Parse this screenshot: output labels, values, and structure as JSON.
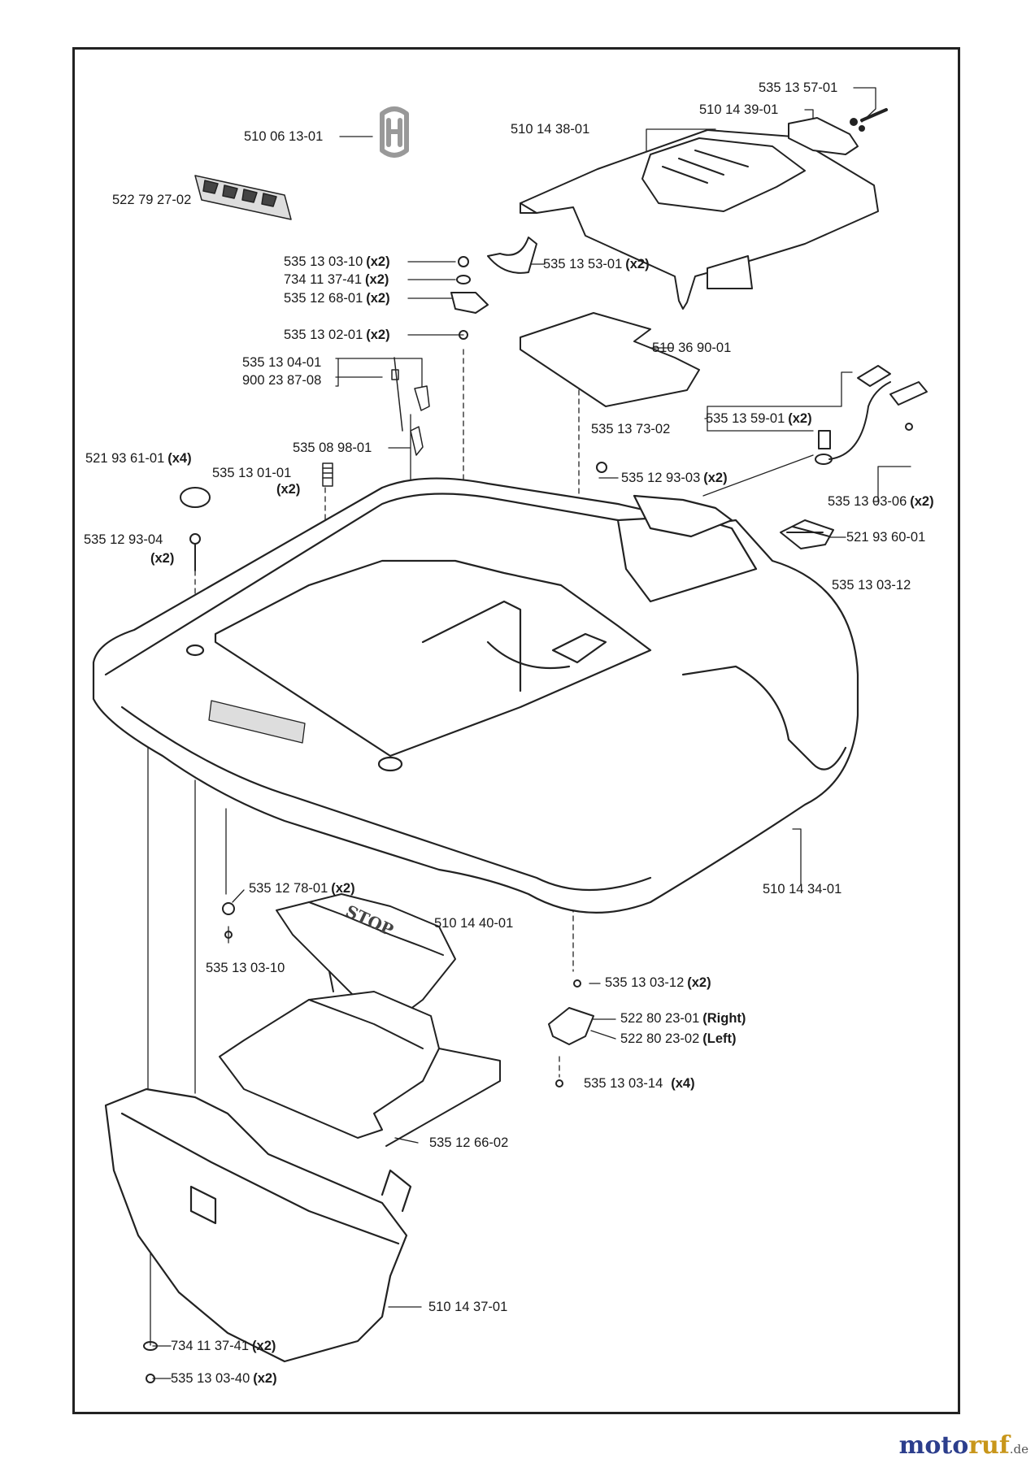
{
  "parts": {
    "p01": {
      "number": "535 13 57-01",
      "qty": ""
    },
    "p02": {
      "number": "510 14 39-01",
      "qty": ""
    },
    "p03": {
      "number": "510 14 38-01",
      "qty": ""
    },
    "p04": {
      "number": "510 06 13-01",
      "qty": ""
    },
    "p05": {
      "number": "522 79 27-02",
      "qty": ""
    },
    "p06": {
      "number": "535 13 03-10",
      "qty": "(x2)"
    },
    "p07": {
      "number": "734 11 37-41",
      "qty": "(x2)"
    },
    "p08": {
      "number": "535 12 68-01",
      "qty": "(x2)"
    },
    "p09": {
      "number": "535 13 53-01",
      "qty": "(x2)"
    },
    "p10": {
      "number": "535 13 02-01",
      "qty": "(x2)"
    },
    "p11": {
      "number": "510 36 90-01",
      "qty": ""
    },
    "p12": {
      "number": "535 13 04-01",
      "qty": ""
    },
    "p13": {
      "number": "900 23 87-08",
      "qty": ""
    },
    "p14": {
      "number": "535 13 59-01",
      "qty": "(x2)"
    },
    "p15": {
      "number": "535 13 73-02",
      "qty": ""
    },
    "p16": {
      "number": "535 08 98-01",
      "qty": ""
    },
    "p17": {
      "number": "521 93 61-01",
      "qty": "(x4)"
    },
    "p18": {
      "number": "535 13 01-01",
      "qty": "(x2)"
    },
    "p19": {
      "number": "535 12 93-03",
      "qty": "(x2)"
    },
    "p20": {
      "number": "535 13 03-06",
      "qty": "(x2)"
    },
    "p21": {
      "number": "535 12 93-04",
      "qty": "(x2)"
    },
    "p22": {
      "number": "521 93 60-01",
      "qty": ""
    },
    "p23": {
      "number": "535 13 03-12",
      "qty": ""
    },
    "p24": {
      "number": "510 14 34-01",
      "qty": ""
    },
    "p25": {
      "number": "535 12 78-01",
      "qty": "(x2)"
    },
    "p26": {
      "number": "510 14 40-01",
      "qty": ""
    },
    "p27": {
      "number": "535 13 03-10",
      "qty": ""
    },
    "p28": {
      "number": "535 13 03-12",
      "qty": "(x2)"
    },
    "p29": {
      "number": "522 80 23-01",
      "qty": "(Right)"
    },
    "p30": {
      "number": "522 80 23-02",
      "qty": "(Left)"
    },
    "p31": {
      "number": "535 13 03-14",
      "qty": "(x4)"
    },
    "p32": {
      "number": "535 12 66-02",
      "qty": ""
    },
    "p33": {
      "number": "510 14 37-01",
      "qty": ""
    },
    "p34": {
      "number": "734 11 37-41",
      "qty": "(x2)"
    },
    "p35": {
      "number": "535 13 03-40",
      "qty": "(x2)"
    }
  },
  "stop_text": "STOP",
  "watermark": {
    "brand_a": "moto",
    "brand_b": "ruf",
    "tld": ".de"
  }
}
